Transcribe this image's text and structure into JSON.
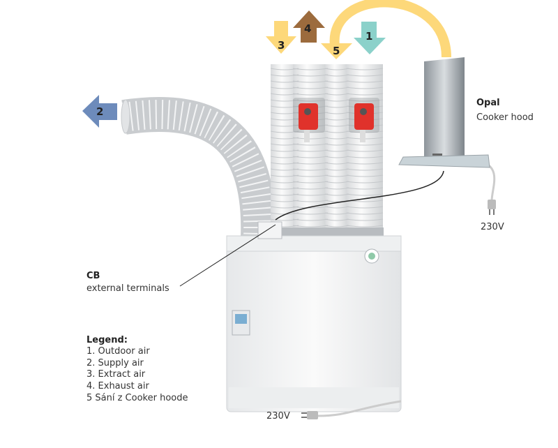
{
  "arrows": [
    {
      "num": "1",
      "meaning": "Outdoor air",
      "color": "#8bd1ca"
    },
    {
      "num": "2",
      "meaning": "Supply air",
      "color": "#6d8bbb"
    },
    {
      "num": "3",
      "meaning": "Extract air",
      "color": "#fdd87a"
    },
    {
      "num": "4",
      "meaning": "Exhaust air",
      "color": "#9c6b3d"
    },
    {
      "num": "5",
      "meaning": "Sání z Cooker hoode",
      "color": "#fdd87a"
    }
  ],
  "hood": {
    "title": "Opal",
    "subtitle": "Cooker hood",
    "voltage": "230V"
  },
  "cb": {
    "title": "CB",
    "subtitle": "external terminals"
  },
  "unit": {
    "voltage": "230V"
  },
  "legend": {
    "title": "Legend:",
    "items": [
      "1. Outdoor air",
      "2. Supply air",
      "3. Extract air",
      "4. Exhaust air",
      "5 Sání z Cooker hoode"
    ]
  }
}
